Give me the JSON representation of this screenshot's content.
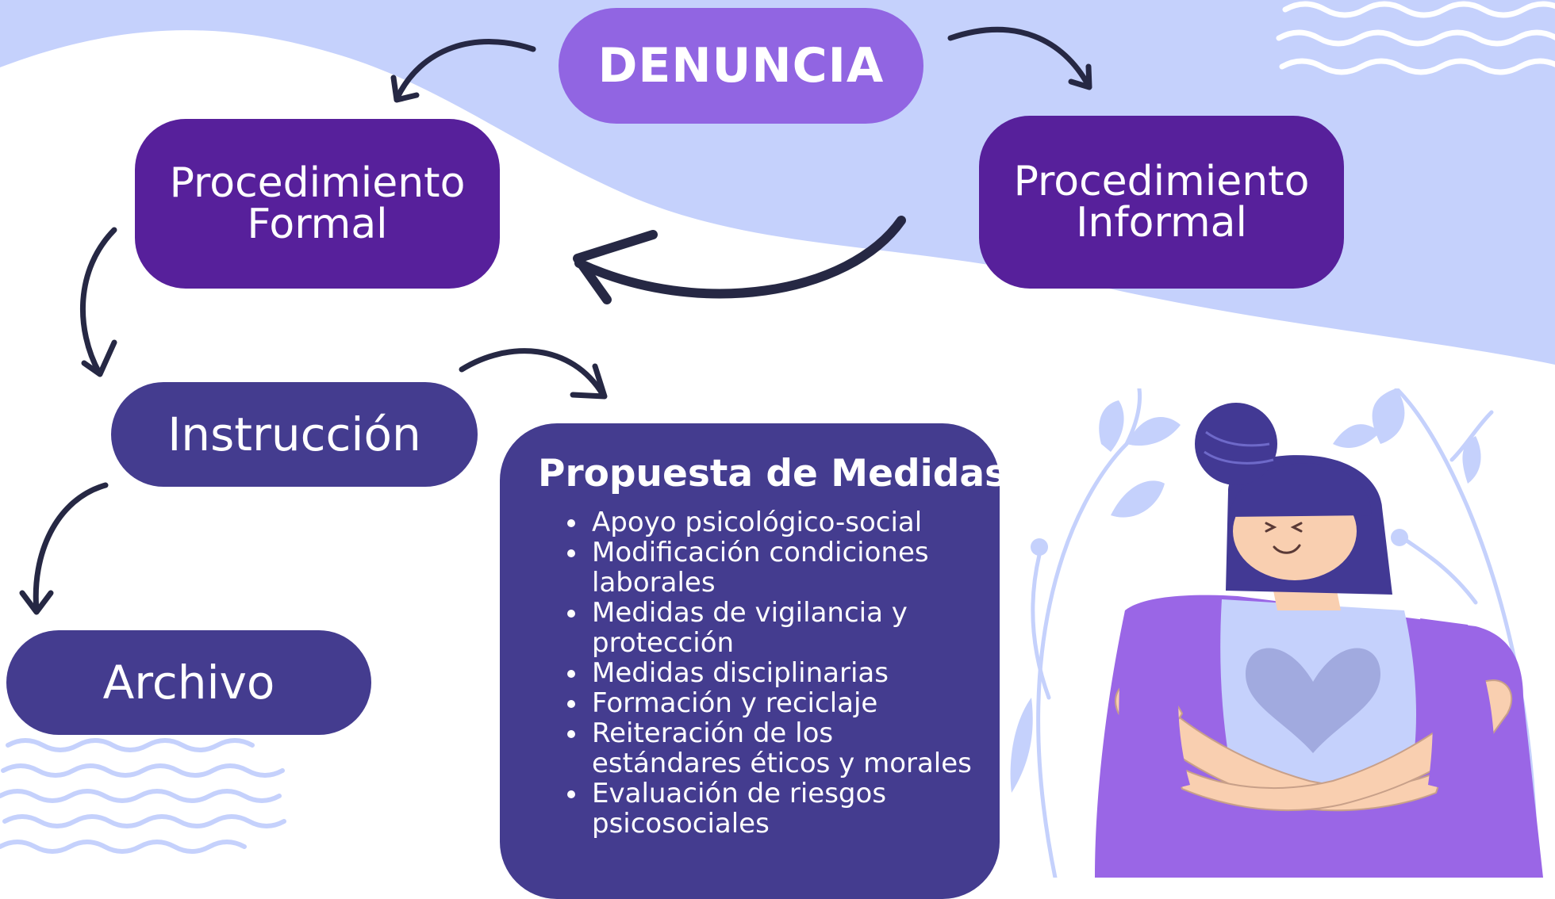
{
  "colors": {
    "lavender": "#c5d1fc",
    "denuncia": "#9165e2",
    "procedimiento": "#57209b",
    "navy": "#443c8f",
    "arrow": "#262844",
    "figure_purple": "#9a66e6",
    "skin": "#f9cfb0",
    "hair": "#423994",
    "heart": "#a1aadf"
  },
  "nodes": {
    "denuncia": "DENUNCIA",
    "formal_l1": "Procedimiento",
    "formal_l2": "Formal",
    "informal_l1": "Procedimiento",
    "informal_l2": "Informal",
    "instruccion": "Instrucción",
    "archivo": "Archivo"
  },
  "panel": {
    "title": "Propuesta de Medidas",
    "items": [
      "Apoyo psicológico-social",
      "Modificación condiciones laborales",
      "Medidas de vigilancia y protección",
      "Medidas disciplinarias",
      "Formación y reciclaje",
      "Reiteración de los estándares éticos y morales",
      "Evaluación de riesgos psicosociales"
    ]
  },
  "arrows": [
    {
      "from": "denuncia",
      "to": "formal"
    },
    {
      "from": "denuncia",
      "to": "informal"
    },
    {
      "from": "informal",
      "to": "formal"
    },
    {
      "from": "formal",
      "to": "instruccion"
    },
    {
      "from": "instruccion",
      "to": "archivo"
    },
    {
      "from": "instruccion",
      "to": "propuesta_de_medidas"
    }
  ]
}
